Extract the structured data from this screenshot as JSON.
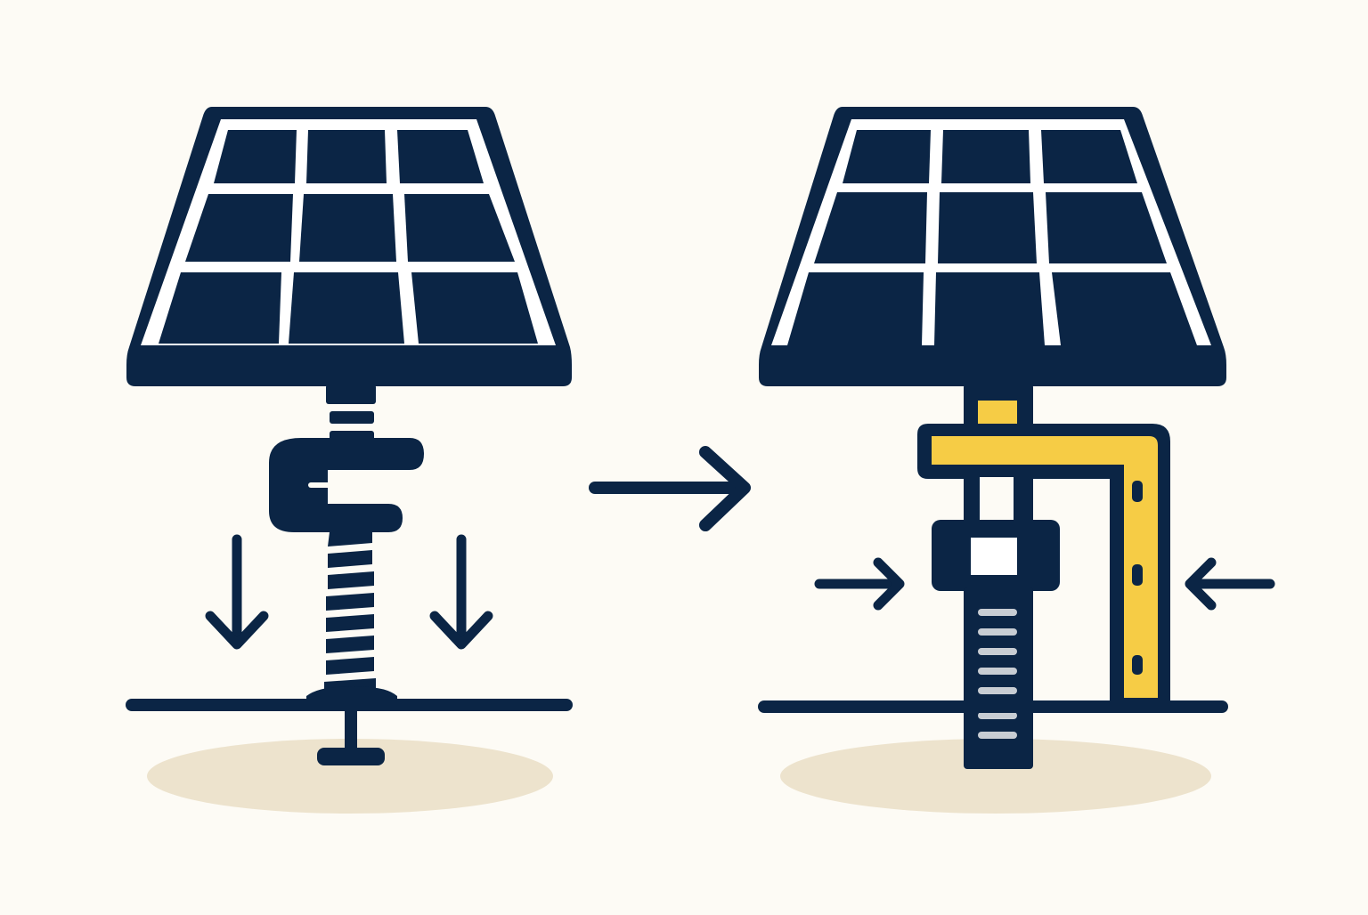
{
  "diagram": {
    "panels": [
      {
        "name": "before-mount",
        "panel_grid": {
          "rows": 3,
          "cols": 3
        },
        "mount": "helical-screw-pile",
        "load_arrows": "downward"
      },
      {
        "name": "after-mount",
        "panel_grid": {
          "rows": 3,
          "cols": 3
        },
        "mount": "threaded-bolt-with-bracket",
        "load_arrows": "inward"
      }
    ],
    "transition_arrow": "right-arrow-icon"
  },
  "colors": {
    "background": "#FDFBF5",
    "outline": "#0B2545",
    "panel_fill": "#FFFFFF",
    "cell_fill": "#0B2545",
    "accent": "#F6CC45",
    "ground_shadow": "#EDE3CD",
    "thread_highlight": "#C8CDD3"
  }
}
